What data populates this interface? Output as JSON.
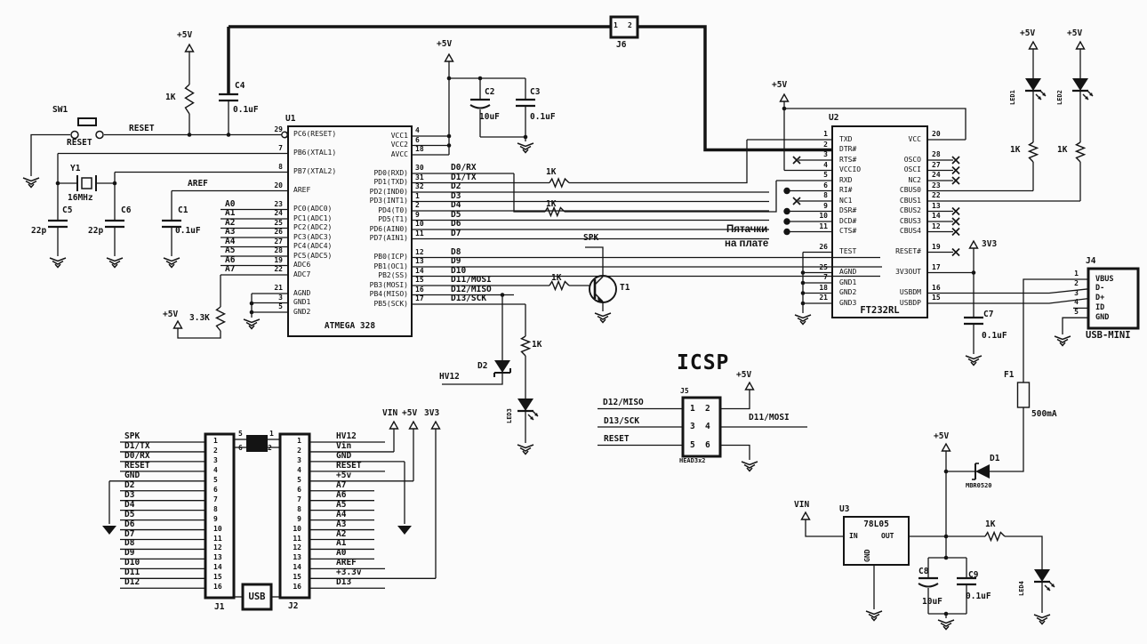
{
  "colors": {
    "ink": "#141414",
    "background": "#fbfbfb"
  },
  "labels": {
    "sw1": "SW1",
    "sw1_sub": "RESET",
    "reset": "RESET",
    "r1_5v": "+5V",
    "r1": "1K",
    "c4": "C4",
    "c4_v": "0.1uF",
    "y1": "Y1",
    "y1_v": "16MHz",
    "c5": "C5",
    "c5_v": "22p",
    "c6": "C6",
    "c6_v": "22p",
    "c1": "C1",
    "c1_v": "0.1uF",
    "aref": "AREF",
    "r2_5v": "+5V",
    "r2": "3.3K",
    "u1": "U1",
    "u1_name": "ATMEGA 328",
    "c23_5v": "+5V",
    "c2": "C2",
    "c2_v": "10uF",
    "c3": "C3",
    "c3_v": "0.1uF",
    "j6": "J6",
    "j6_1": "1",
    "j6_2": "2",
    "u2": "U2",
    "u2_name": "FT232RL",
    "u2_5v": "+5V",
    "pads_1": "Пятачки",
    "pads_2": "на плате",
    "led1": "LED1",
    "led1_5v": "+5V",
    "r3": "1K",
    "led2": "LED2",
    "led2_5v": "+5V",
    "r4": "1K",
    "v33": "3V3",
    "c7": "C7",
    "c7_v": "0.1uF",
    "j4": "J4",
    "j4_name": "USB-MINI",
    "f1": "F1",
    "f1_v": "500mA",
    "d1": "D1",
    "d1_v": "MBR0520",
    "d1_5v": "+5V",
    "u3": "U3",
    "u3_name": "78L05",
    "u3_in": "IN",
    "u3_out": "OUT",
    "u3_gnd": "GND",
    "vin": "VIN",
    "c8": "C8",
    "c8_v": "10uF",
    "c9": "C9",
    "c9_v": "0.1uF",
    "r5": "1K",
    "led4": "LED4",
    "icsp": "ICSP",
    "j5": "J5",
    "j5_name": "HEAD3x2",
    "j5_5v": "+5V",
    "j5_p1": "1",
    "j5_p2": "2",
    "j5_p3": "3",
    "j5_p4": "4",
    "j5_p5": "5",
    "j5_p6": "6",
    "icsp_miso": "D12/MISO",
    "icsp_sck": "D13/SCK",
    "icsp_reset": "RESET",
    "icsp_mosi": "D11/MOSI",
    "spk": "SPK",
    "t1": "T1",
    "r6": "1K",
    "r7": "1K",
    "r8": "1K",
    "d2": "D2",
    "hv12": "HV12",
    "r9": "1K",
    "led3": "LED3",
    "j1": "J1",
    "j2": "J2",
    "usb": "USB",
    "hdr_5": "5",
    "hdr_1": "1",
    "hdr_6": "6",
    "hdr_2": "2",
    "j2_vin": "VIN",
    "j2_5v": "+5V",
    "j2_33": "3V3"
  },
  "u1": {
    "left": [
      {
        "p": "29",
        "n": "PC6(RESET)",
        "s": 0,
        "m": "o"
      },
      {},
      {
        "p": "7",
        "n": "PB6(XTAL1)",
        "s": 65
      },
      {},
      {
        "p": "8",
        "n": "PB7(XTAL2)",
        "s": 129
      },
      {},
      {
        "p": "20",
        "n": "AREF",
        "s": 193
      },
      {},
      {
        "p": "23",
        "n": "PC0(ADC0)",
        "t": "A0"
      },
      {
        "p": "24",
        "n": "PC1(ADC1)",
        "t": "A1"
      },
      {
        "p": "25",
        "n": "PC2(ADC2)",
        "t": "A2"
      },
      {
        "p": "26",
        "n": "PC3(ADC3)",
        "t": "A3"
      },
      {
        "p": "27",
        "n": "PC4(ADC4)",
        "t": "A4"
      },
      {
        "p": "28",
        "n": "PC5(ADC5)",
        "t": "A5"
      },
      {
        "p": "19",
        "n": "ADC6",
        "t": "A6"
      },
      {
        "p": "22",
        "n": "ADC7",
        "t": "A7"
      },
      {},
      {
        "p": "21",
        "n": "AGND",
        "s": 283
      },
      {
        "p": "3",
        "n": "GND1",
        "s": 283
      },
      {
        "p": "5",
        "n": "GND2",
        "s": 283
      }
    ],
    "right": [
      {
        "p": "4",
        "n": "VCC1",
        "s": 505
      },
      {
        "p": "6",
        "n": "VCC2",
        "s": 505
      },
      {
        "p": "18",
        "n": "AVCC",
        "s": 505
      },
      {},
      {
        "p": "30",
        "n": "PD0(RXD)",
        "t": "D0/RX",
        "s": 578
      },
      {
        "p": "31",
        "n": "PD1(TXD)",
        "t": "D1/TX",
        "s": 618
      },
      {
        "p": "32",
        "n": "PD2(IND0)",
        "t": "D2"
      },
      {
        "p": "1",
        "n": "PD3(INT1)",
        "t": "D3"
      },
      {
        "p": "2",
        "n": "PD4(T0)",
        "t": "D4"
      },
      {
        "p": "9",
        "n": "PD5(T1)",
        "t": "D5"
      },
      {
        "p": "10",
        "n": "PD6(AIN0)",
        "t": "D6"
      },
      {
        "p": "11",
        "n": "PD7(AIN1)",
        "t": "D7"
      },
      {},
      {
        "p": "12",
        "n": "PB0(ICP)",
        "t": "D8",
        "s": 990
      },
      {
        "p": "13",
        "n": "PB1(OC1)",
        "t": "D9",
        "s": 992
      },
      {
        "p": "14",
        "n": "PB2(SS)",
        "t": "D10",
        "s": 990
      },
      {
        "p": "15",
        "n": "PB3(MOSI)",
        "t": "D11/MOSI",
        "s": 618
      },
      {
        "p": "16",
        "n": "PB4(MISO)",
        "t": "D12/MISO",
        "s": 578
      },
      {
        "p": "17",
        "n": "PB5(SCK)",
        "t": "D13/SCK",
        "s": 591
      }
    ]
  },
  "u2": {
    "left": [
      {
        "p": "1",
        "n": "TXD",
        "s": 840
      },
      {
        "p": "2",
        "n": "DTR#",
        "s": 0
      },
      {
        "p": "3",
        "n": "RTS#",
        "s": 898,
        "m": "x"
      },
      {
        "p": "4",
        "n": "VCCIO",
        "s": 882
      },
      {
        "p": "5",
        "n": "RXD",
        "s": 873
      },
      {
        "p": "6",
        "n": "RI#",
        "s": 887,
        "m": "dot"
      },
      {
        "p": "8",
        "n": "NC1",
        "s": 898,
        "m": "x"
      },
      {
        "p": "9",
        "n": "DSR#",
        "s": 887,
        "m": "dot"
      },
      {
        "p": "10",
        "n": "DCD#",
        "s": 887,
        "m": "dot"
      },
      {
        "p": "11",
        "n": "CTS#",
        "s": 887,
        "m": "dot"
      },
      {},
      {
        "p": "26",
        "n": "TEST",
        "s": 903
      },
      {},
      {
        "p": "25",
        "n": "AGND",
        "s": 903
      },
      {
        "p": "7",
        "n": "GND1",
        "s": 903
      },
      {
        "p": "18",
        "n": "GND2",
        "s": 903
      },
      {
        "p": "21",
        "n": "GND3",
        "s": 903
      }
    ],
    "right": [
      {
        "p": "20",
        "n": "VCC",
        "s": 1086
      },
      {},
      {
        "p": "28",
        "n": "OSCO",
        "m": "x"
      },
      {
        "p": "27",
        "n": "OSCI",
        "m": "x"
      },
      {
        "p": "24",
        "n": "NC2",
        "m": "x"
      },
      {
        "p": "23",
        "n": "CBUS0",
        "s": 1162
      },
      {
        "p": "22",
        "n": "CBUS1",
        "s": 1215
      },
      {
        "p": "13",
        "n": "CBUS2",
        "m": "x"
      },
      {
        "p": "14",
        "n": "CBUS3",
        "m": "x"
      },
      {
        "p": "12",
        "n": "CBUS4",
        "m": "x"
      },
      {},
      {
        "p": "19",
        "n": "RESET#",
        "m": "x"
      },
      {},
      {
        "p": "17",
        "n": "3V3OUT",
        "s": 1095
      },
      {},
      {
        "p": "16",
        "n": "USBDM",
        "s": 0
      },
      {
        "p": "15",
        "n": "USBDP",
        "s": 0
      }
    ]
  },
  "j1": {
    "pins": [
      {
        "p": "1",
        "t": "SPK"
      },
      {
        "p": "2",
        "t": "D1/TX"
      },
      {
        "p": "3",
        "t": "D0/RX"
      },
      {
        "p": "4",
        "t": "RESET"
      },
      {
        "p": "5",
        "t": "GND",
        "s": 123
      },
      {
        "p": "6",
        "t": "D2"
      },
      {
        "p": "7",
        "t": "D3"
      },
      {
        "p": "8",
        "t": "D4"
      },
      {
        "p": "9",
        "t": "D5"
      },
      {
        "p": "10",
        "t": "D6"
      },
      {
        "p": "11",
        "t": "D7"
      },
      {
        "p": "12",
        "t": "D8"
      },
      {
        "p": "13",
        "t": "D9"
      },
      {
        "p": "14",
        "t": "D10"
      },
      {
        "p": "15",
        "t": "D11"
      },
      {
        "p": "16",
        "t": "D12"
      }
    ]
  },
  "j2": {
    "pins": [
      {
        "p": "1",
        "t": "HV12"
      },
      {
        "p": "2",
        "t": "Vin",
        "s": 443
      },
      {
        "p": "3",
        "t": "GND",
        "s": 455
      },
      {
        "p": "4",
        "t": "RESET"
      },
      {
        "p": "5",
        "t": "+5v",
        "s": 465
      },
      {
        "p": "6",
        "t": "A7",
        "s": 421
      },
      {
        "p": "7",
        "t": "A6",
        "s": 421
      },
      {
        "p": "8",
        "t": "A5",
        "s": 421
      },
      {
        "p": "9",
        "t": "A4",
        "s": 421
      },
      {
        "p": "10",
        "t": "A3",
        "s": 421
      },
      {
        "p": "11",
        "t": "A2",
        "s": 421
      },
      {
        "p": "12",
        "t": "A1",
        "s": 421
      },
      {
        "p": "13",
        "t": "A0",
        "s": 421
      },
      {
        "p": "14",
        "t": "AREF"
      },
      {
        "p": "15",
        "t": "+3.3v",
        "s": 490
      },
      {
        "p": "16",
        "t": "D13"
      }
    ]
  },
  "j4": {
    "pins": [
      {
        "p": "1",
        "n": "VBUS"
      },
      {
        "p": "2",
        "n": "D-"
      },
      {
        "p": "3",
        "n": "D+"
      },
      {
        "p": "4",
        "n": "ID",
        "s": 1207
      },
      {
        "p": "5",
        "n": "GND"
      }
    ]
  }
}
